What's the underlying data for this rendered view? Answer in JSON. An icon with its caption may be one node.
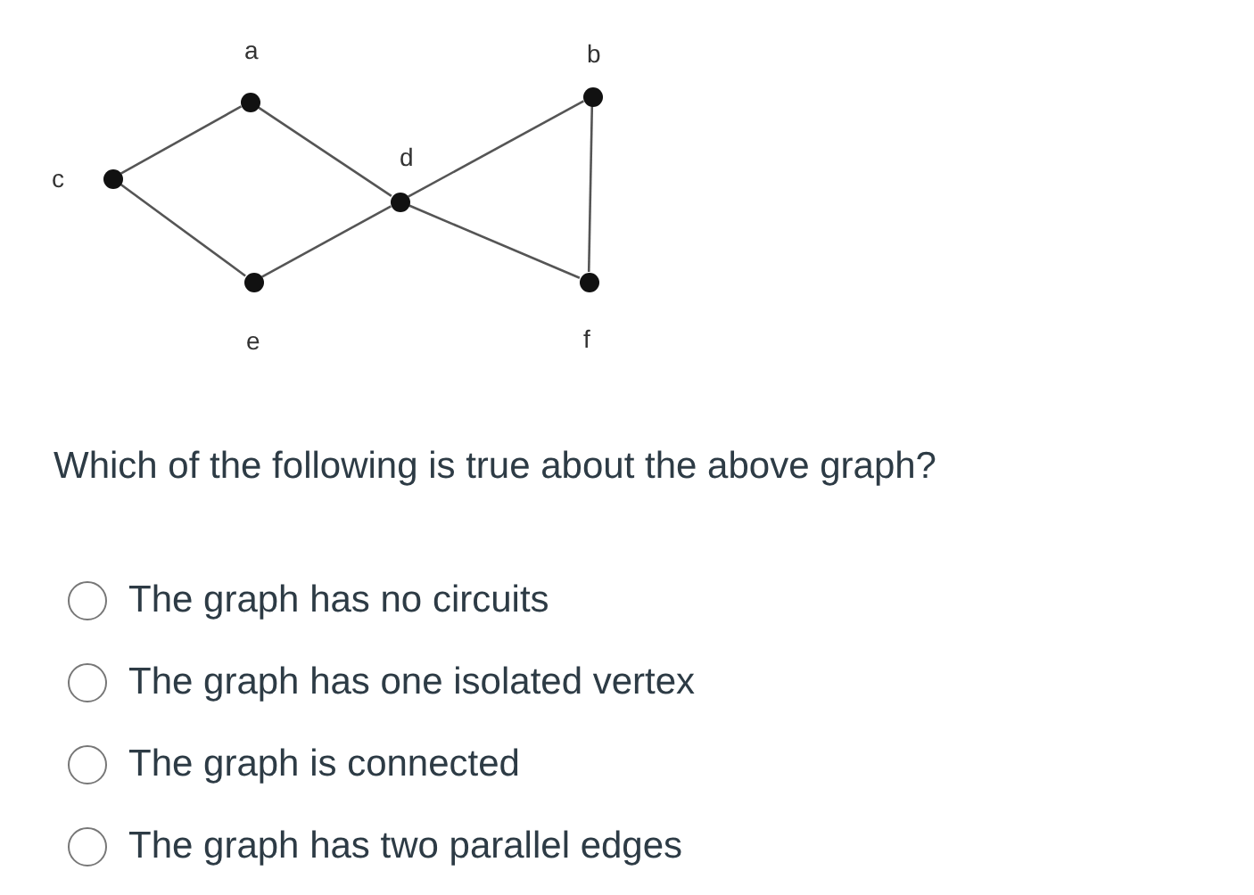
{
  "diagram": {
    "nodes": [
      {
        "text": [],
        "shape": "circle",
        "beside": [
          "a"
        ]
      },
      {
        "text": [],
        "shape": "circle",
        "beside": [
          "b"
        ]
      },
      {
        "text": [],
        "shape": "circle",
        "beside": [
          "c"
        ]
      },
      {
        "text": [],
        "shape": "circle",
        "beside": [
          "d"
        ]
      },
      {
        "text": [],
        "shape": "circle",
        "beside": [
          "e"
        ]
      },
      {
        "text": [],
        "shape": "circle",
        "beside": [
          "f"
        ]
      }
    ],
    "edges": [
      {
        "from": 2,
        "to": 0,
        "arrow": "none"
      },
      {
        "from": 2,
        "to": 4,
        "arrow": "none"
      },
      {
        "from": 0,
        "to": 3,
        "arrow": "none"
      },
      {
        "from": 4,
        "to": 3,
        "arrow": "none"
      },
      {
        "from": 3,
        "to": 1,
        "arrow": "none"
      },
      {
        "from": 3,
        "to": 5,
        "arrow": "none"
      },
      {
        "from": 1,
        "to": 5,
        "arrow": "none"
      }
    ],
    "labels": [
      "Which of the following is true about the above graph?",
      "The graph has no circuits",
      "The graph has one isolated vertex",
      "The graph is connected",
      "The graph has two parallel edges"
    ]
  }
}
